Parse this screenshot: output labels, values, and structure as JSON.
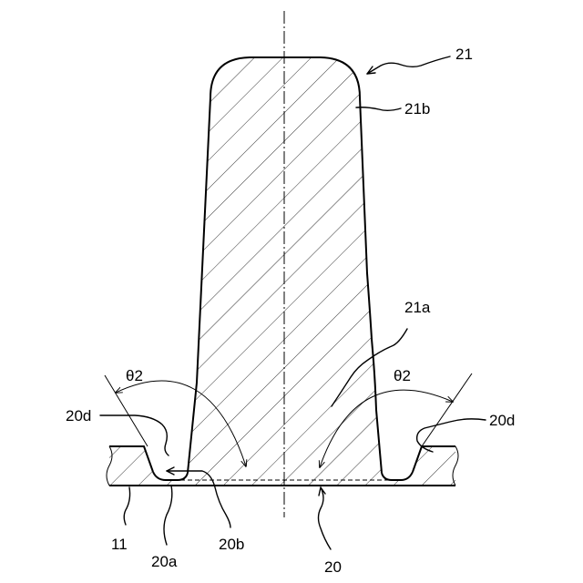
{
  "labels": {
    "part_21": "21",
    "part_21b": "21b",
    "part_21a": "21a",
    "angle_left": "θ2",
    "angle_right": "θ2",
    "part_20d_left": "20d",
    "part_20d_right": "20d",
    "part_11": "11",
    "part_20a": "20a",
    "part_20b": "20b",
    "part_20": "20"
  },
  "colors": {
    "line": "#000000",
    "background": "#ffffff"
  }
}
